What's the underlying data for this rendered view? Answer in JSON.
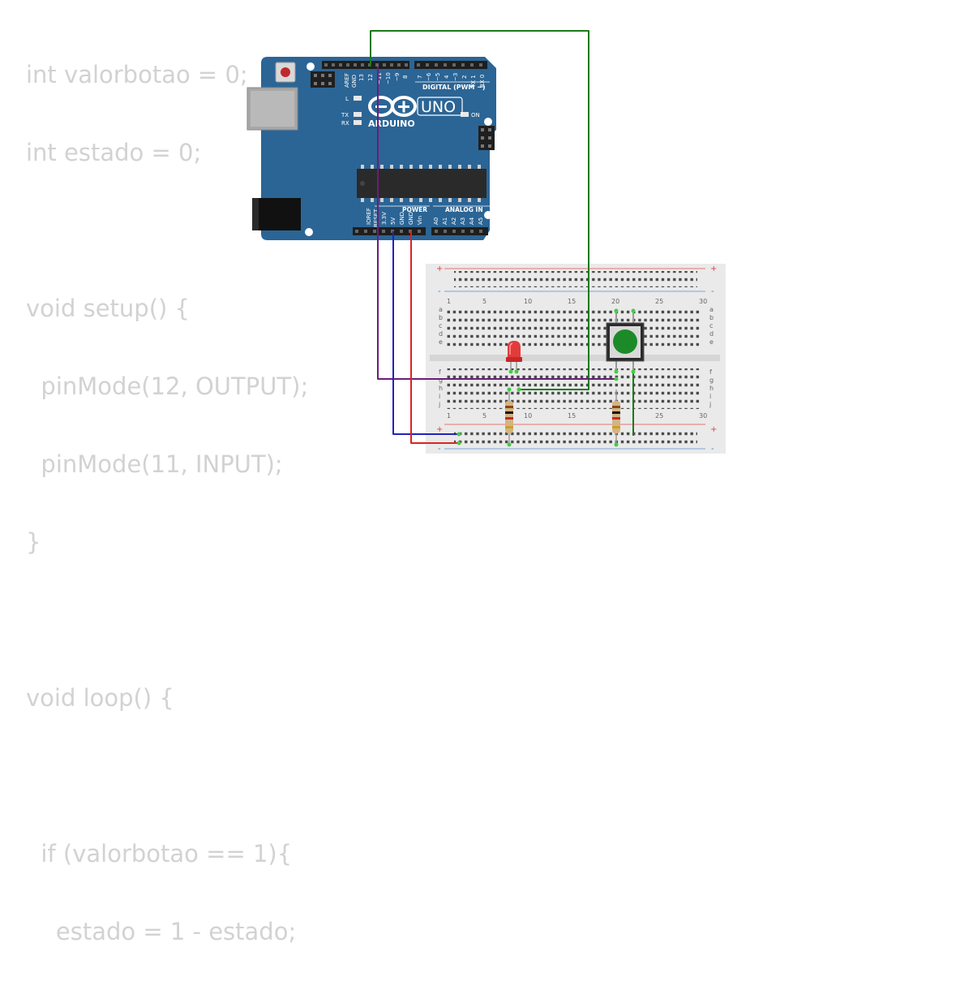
{
  "code": {
    "lines": [
      "int valorbotao = 0;",
      "int estado = 0;",
      "",
      "void setup() {",
      "  pinMode(12, OUTPUT);",
      "  pinMode(11, INPUT);",
      "}",
      "",
      "void loop() {",
      "",
      "  if (valorbotao == 1){",
      "    estado = 1 - estado;"
    ]
  },
  "board": {
    "aref": "AREF",
    "gnd": "GND",
    "p13": "13",
    "p12": "12",
    "p11": "~11",
    "p10": "~10",
    "p9": "~9",
    "p8": "8",
    "p7": "7",
    "p6": "~6",
    "p5": "~5",
    "p4": "4",
    "p3": "~3",
    "p2": "2",
    "tx1": "TX 1",
    "rx0": "RX 0",
    "digital": "DIGITAL (PWM ~)",
    "led_l": "L",
    "led_tx": "TX",
    "led_rx": "RX",
    "logo": "ARDUINO",
    "model": "UNO",
    "on": "ON",
    "ioref": "IOREF",
    "reset": "RESET",
    "v33": "3.3V",
    "v5": "5V",
    "gnd2": "GND",
    "gnd3": "GND",
    "vin": "Vin",
    "power": "POWER",
    "analog": "ANALOG IN",
    "a0": "A0",
    "a1": "A1",
    "a2": "A2",
    "a3": "A3",
    "a4": "A4",
    "a5": "A5"
  },
  "breadboard": {
    "plus": "+",
    "minus": "-",
    "col_labels": [
      "1",
      "5",
      "10",
      "15",
      "20",
      "25",
      "30"
    ],
    "rows_top": [
      "a",
      "b",
      "c",
      "d",
      "e"
    ],
    "rows_bottom": [
      "f",
      "g",
      "h",
      "i",
      "j"
    ]
  },
  "colors": {
    "board": "#2b6595",
    "breadboard": "#eaeaea",
    "wire_green": "#1a7a1a",
    "wire_purple": "#6b1d7a",
    "wire_blue": "#2222bb",
    "wire_red": "#dd2222",
    "led": "#e33b3b",
    "button_cap": "#1d8a2a",
    "code_text": "#d2d2d2"
  }
}
